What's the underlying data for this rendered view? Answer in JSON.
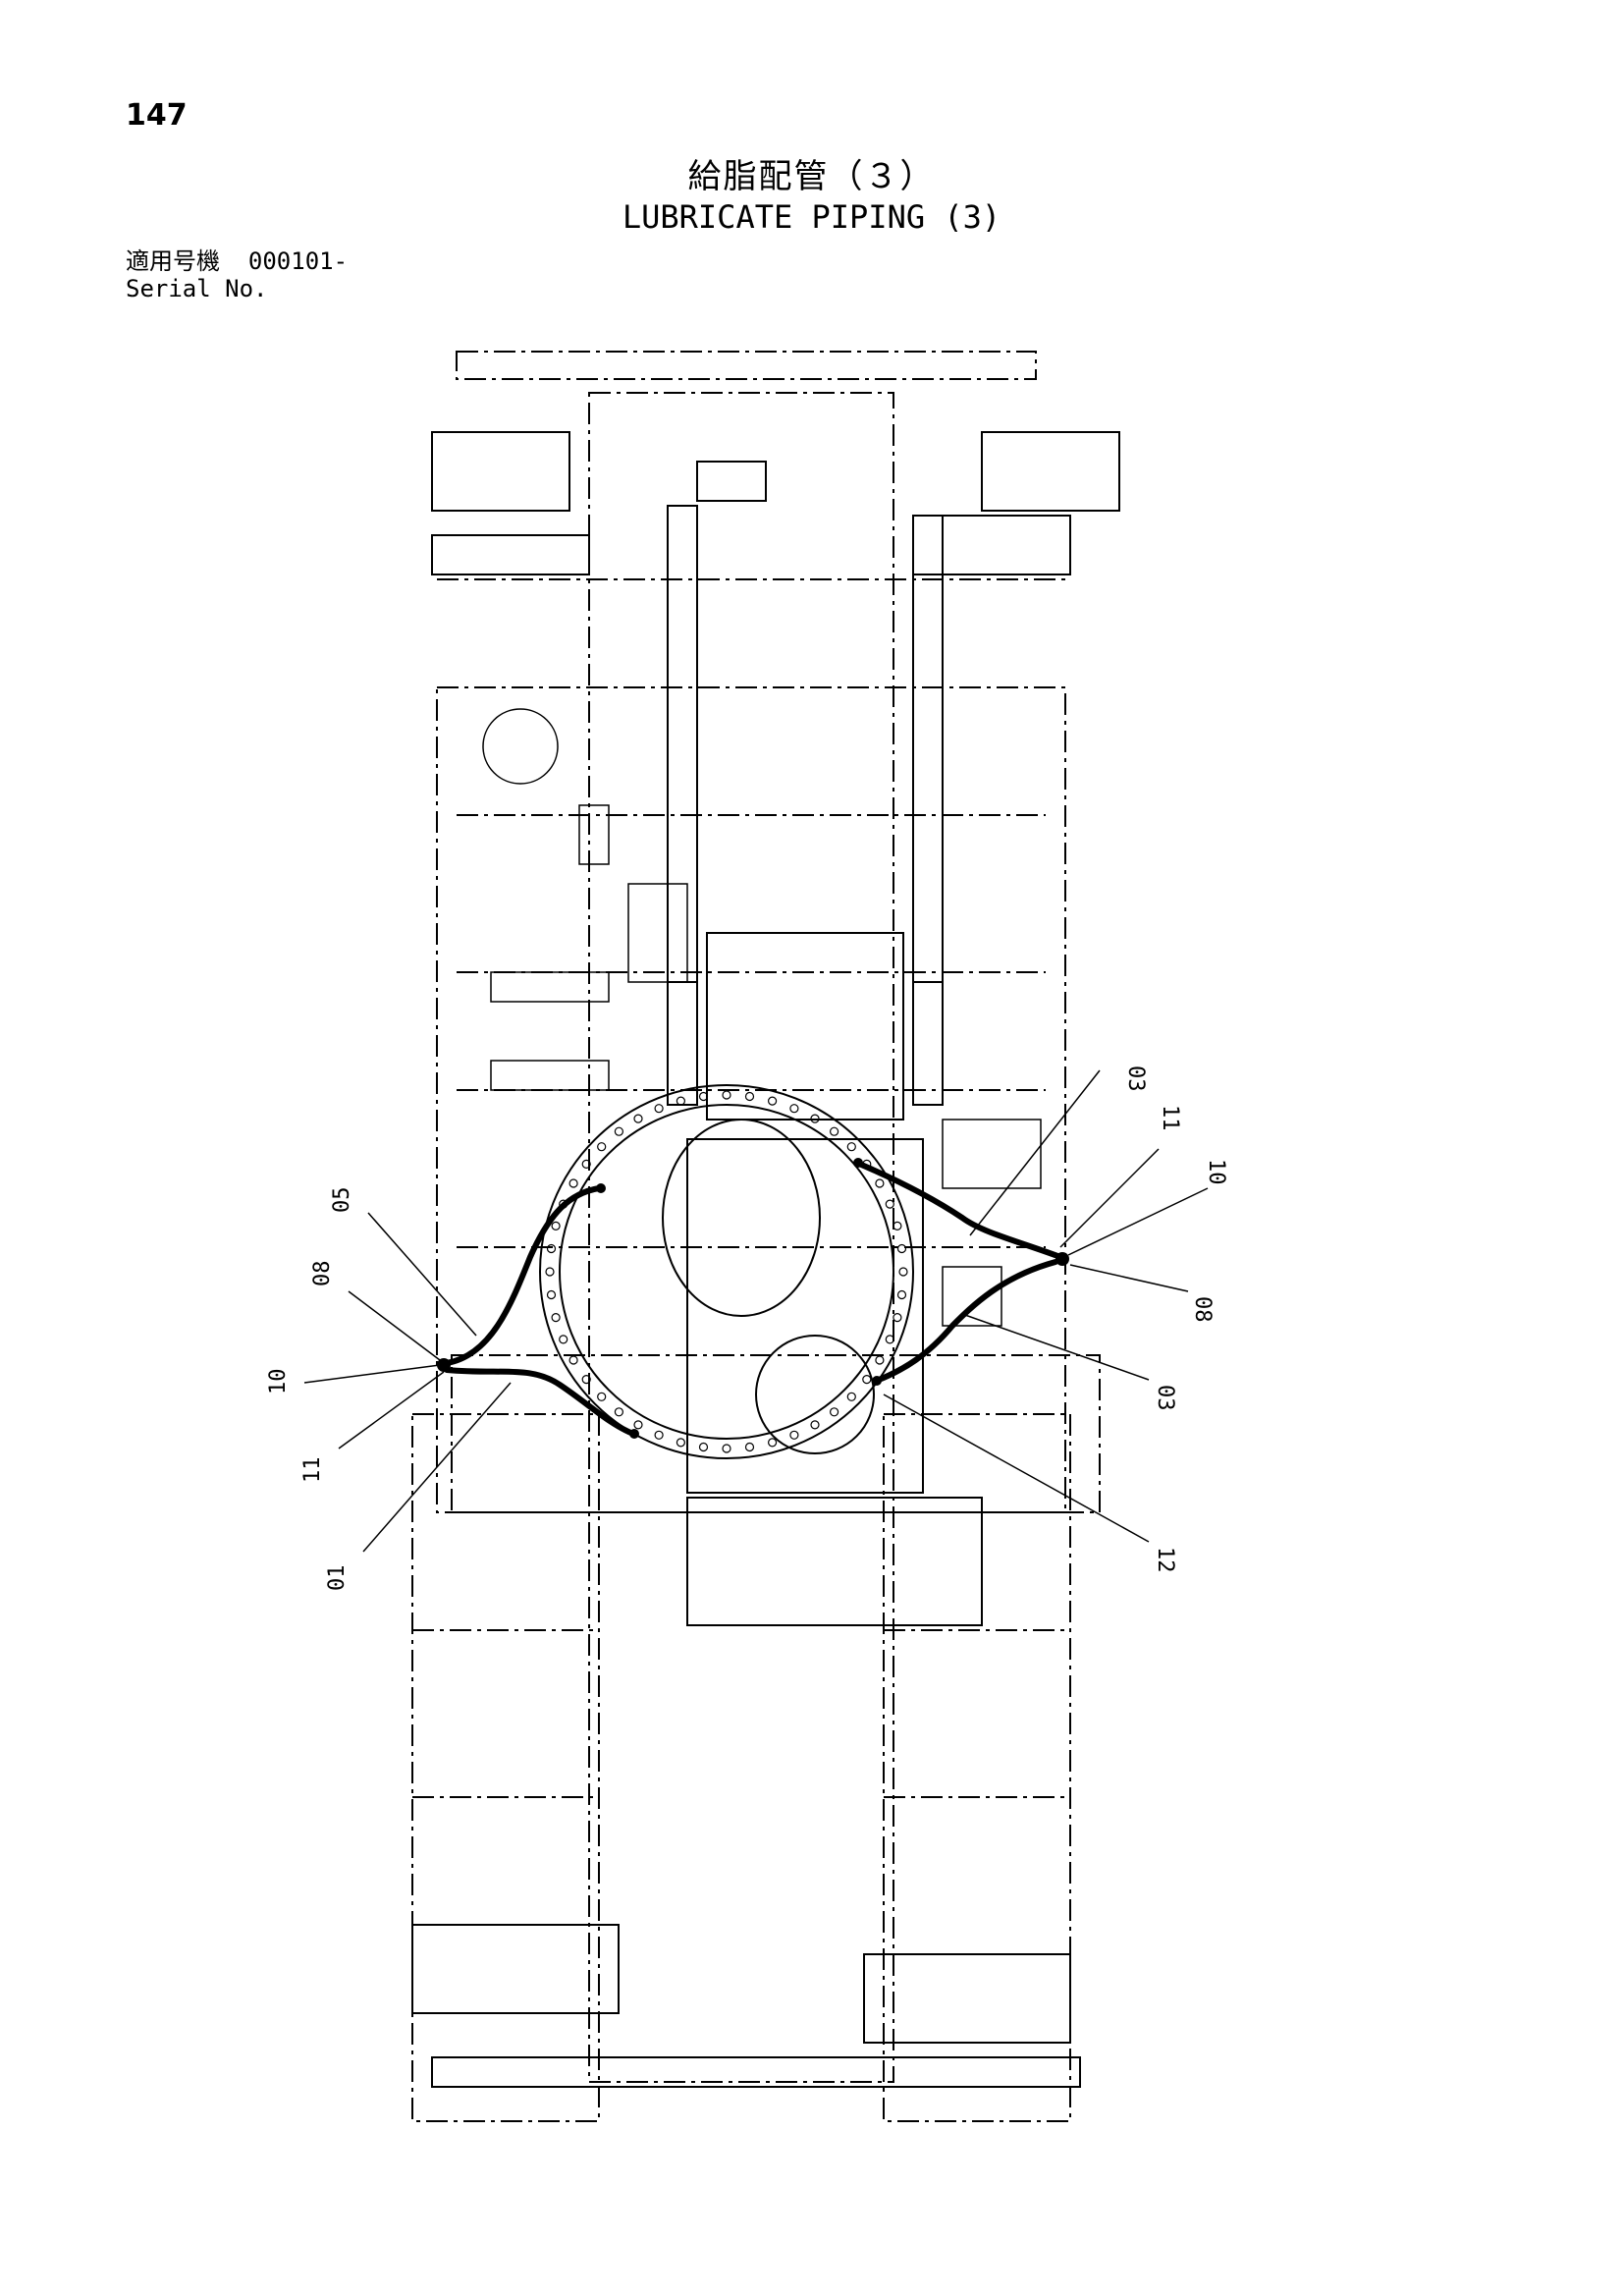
{
  "page": {
    "number": "147"
  },
  "title": {
    "japanese": "給脂配管（３）",
    "english": "LUBRICATE PIPING (3)"
  },
  "serial": {
    "label_jp": "適用号機",
    "value": "000101-",
    "label_en": "Serial No."
  },
  "callouts": [
    "03",
    "11",
    "10",
    "05",
    "08",
    "10",
    "11",
    "01",
    "08",
    "03",
    "12"
  ]
}
